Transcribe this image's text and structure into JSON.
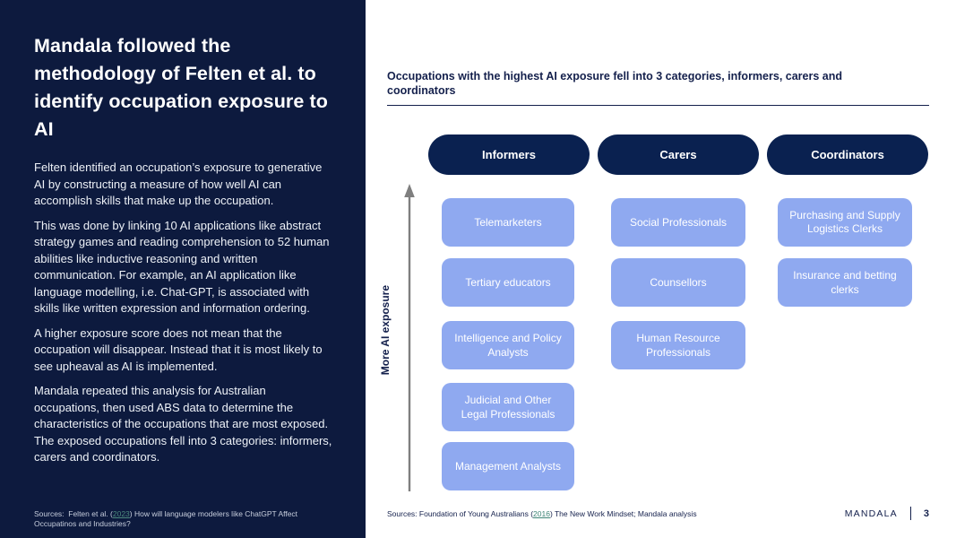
{
  "left_panel": {
    "title": "Mandala followed the methodology of Felten et al. to identify occupation exposure to AI",
    "paragraphs": [
      "Felten identified an occupation’s exposure to generative AI by constructing a measure of how well AI can accomplish skills that make up the occupation.",
      "This was done by linking 10 AI applications like abstract strategy games and reading comprehension to 52 human abilities like inductive reasoning and written communication. For example, an AI application like language modelling, i.e. Chat-GPT, is associated with skills like written expression and information ordering.",
      "A higher exposure score does not mean that the occupation will disappear. Instead that it is most likely to see upheaval as AI is implemented.",
      "Mandala repeated this analysis for Australian occupations, then used ABS data to determine the characteristics of the occupations that are most exposed. The exposed occupations fell into 3 categories: informers, carers and coordinators."
    ],
    "sources": {
      "prefix": "Sources:  Felten et al. (",
      "link": "2023",
      "suffix": ") How will language modelers like ChatGPT Affect Occupatinos and Industries?"
    }
  },
  "right_panel": {
    "heading": "Occupations with the highest AI exposure fell into 3 categories, informers, carers and coordinators",
    "axis_label": "More AI exposure",
    "categories": [
      {
        "label": "Informers",
        "items": [
          "Telemarketers",
          "Tertiary educators",
          "Intelligence and Policy Analysts",
          "Judicial and Other Legal Professionals",
          "Management Analysts"
        ]
      },
      {
        "label": "Carers",
        "items": [
          "Social Professionals",
          "Counsellors",
          "Human Resource Professionals"
        ]
      },
      {
        "label": "Coordinators",
        "items": [
          "Purchasing and Supply Logistics Clerks",
          "Insurance and betting clerks"
        ]
      }
    ],
    "footer": {
      "sources": {
        "prefix": "Sources: Foundation of Young Australians (",
        "link": "2016",
        "suffix": ") The New Work Mindset; Mandala analysis"
      },
      "brand": "MANDALA",
      "page_number": "3"
    }
  },
  "colors": {
    "left_panel_navy": "#0d1a3e",
    "pill_navy": "#0a2150",
    "occupation_blue": "#8fa9f0",
    "heading_navy": "#14204c",
    "arrow_gray": "#7f7f7f",
    "link_teal": "#3e8476"
  }
}
